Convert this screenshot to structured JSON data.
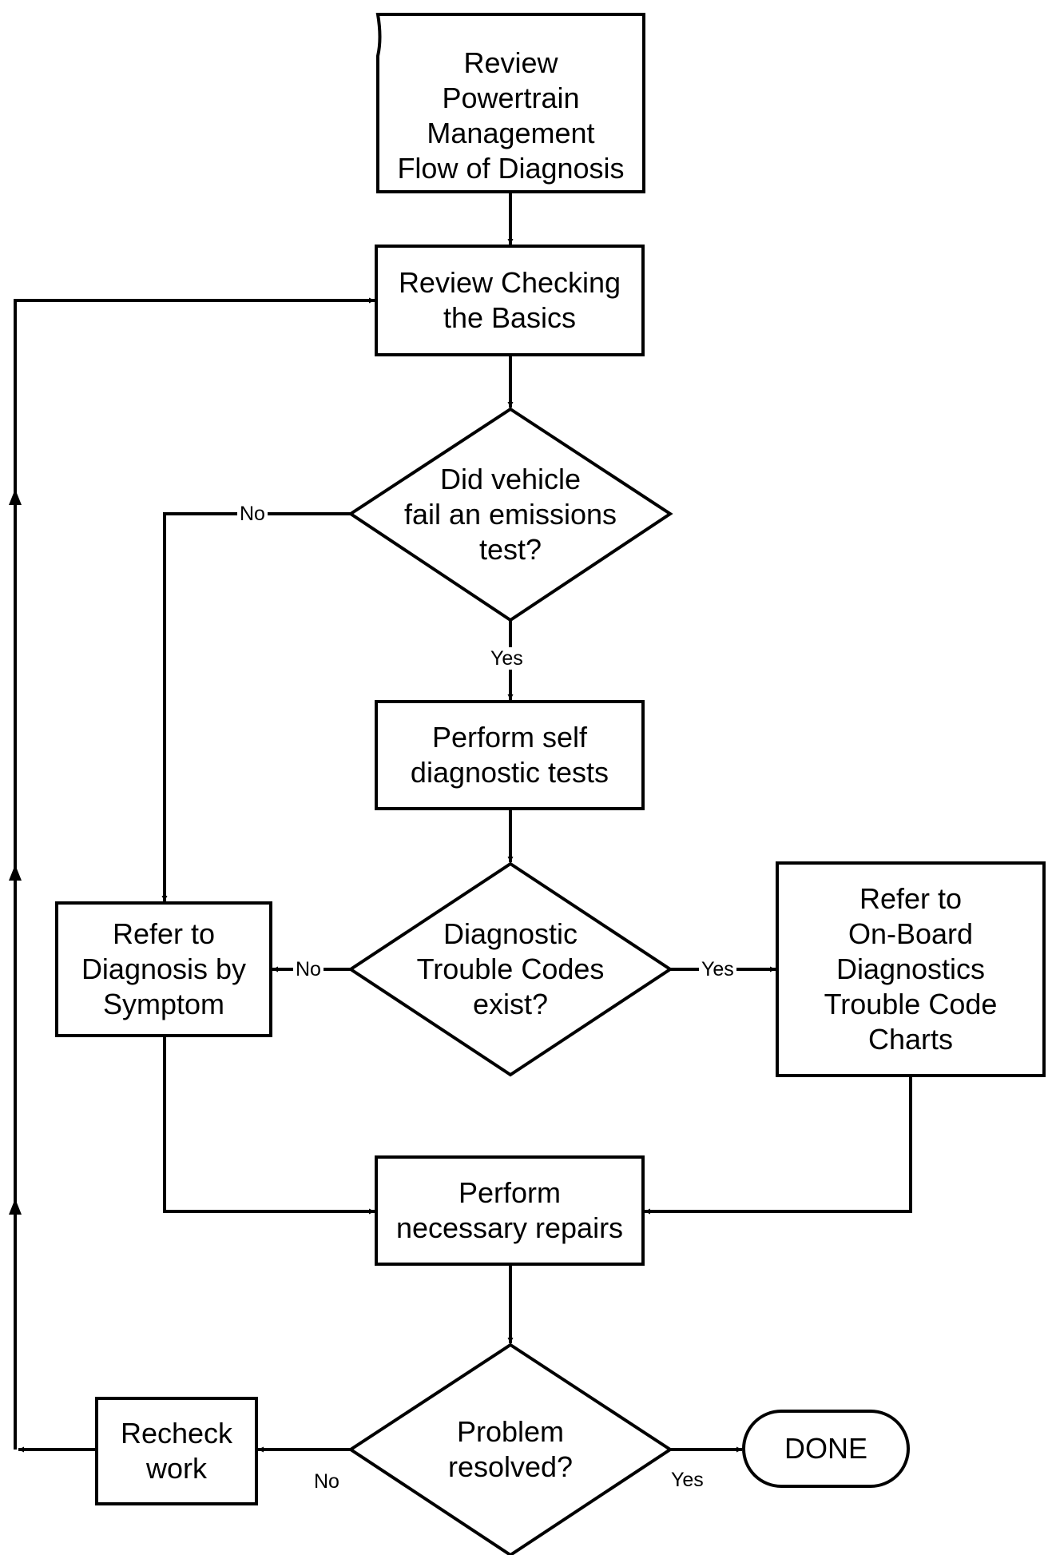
{
  "nodes": {
    "review_flow": {
      "lines": [
        "Review",
        "Powertrain",
        "Management",
        "Flow of Diagnosis"
      ]
    },
    "checking_basics": {
      "lines": [
        "Review Checking",
        "the Basics"
      ]
    },
    "emissions_test": {
      "lines": [
        "Did vehicle",
        "fail an emissions",
        "test?"
      ]
    },
    "self_diagnostic": {
      "lines": [
        "Perform self",
        "diagnostic tests"
      ]
    },
    "codes_exist": {
      "lines": [
        "Diagnostic",
        "Trouble Codes",
        "exist?"
      ]
    },
    "diagnosis_by_symptom": {
      "lines": [
        "Refer to",
        "Diagnosis by",
        "Symptom"
      ]
    },
    "onboard_charts": {
      "lines": [
        "Refer to",
        "On-Board",
        "Diagnostics",
        "Trouble Code",
        "Charts"
      ]
    },
    "repairs": {
      "lines": [
        "Perform",
        "necessary repairs"
      ]
    },
    "problem_resolved": {
      "lines": [
        "Problem",
        "resolved?"
      ]
    },
    "recheck": {
      "lines": [
        "Recheck",
        "work"
      ]
    },
    "done": {
      "lines": [
        "DONE"
      ]
    }
  },
  "edges": {
    "emissions_no": "No",
    "emissions_yes": "Yes",
    "codes_no": "No",
    "codes_yes": "Yes",
    "resolved_no": "No",
    "resolved_yes": "Yes"
  }
}
